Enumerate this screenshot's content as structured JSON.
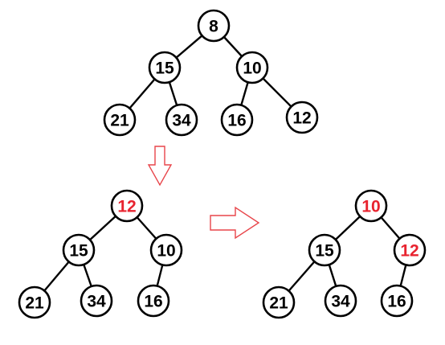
{
  "colors": {
    "normal_text": "#000000",
    "highlight_text": "#e8232f",
    "arrow": "#e8454a"
  },
  "trees": [
    {
      "nodes": [
        {
          "id": "n8",
          "label": "8",
          "highlight": false
        },
        {
          "id": "n15",
          "label": "15",
          "highlight": false
        },
        {
          "id": "n10",
          "label": "10",
          "highlight": false
        },
        {
          "id": "n21",
          "label": "21",
          "highlight": false
        },
        {
          "id": "n34",
          "label": "34",
          "highlight": false
        },
        {
          "id": "n16",
          "label": "16",
          "highlight": false
        },
        {
          "id": "n12",
          "label": "12",
          "highlight": false
        }
      ],
      "edges": [
        [
          "n8",
          "n15"
        ],
        [
          "n8",
          "n10"
        ],
        [
          "n15",
          "n21"
        ],
        [
          "n15",
          "n34"
        ],
        [
          "n10",
          "n16"
        ],
        [
          "n10",
          "n12"
        ]
      ]
    },
    {
      "nodes": [
        {
          "id": "n12",
          "label": "12",
          "highlight": true
        },
        {
          "id": "n15",
          "label": "15",
          "highlight": false
        },
        {
          "id": "n10",
          "label": "10",
          "highlight": false
        },
        {
          "id": "n21",
          "label": "21",
          "highlight": false
        },
        {
          "id": "n34",
          "label": "34",
          "highlight": false
        },
        {
          "id": "n16",
          "label": "16",
          "highlight": false
        }
      ],
      "edges": [
        [
          "n12",
          "n15"
        ],
        [
          "n12",
          "n10"
        ],
        [
          "n15",
          "n21"
        ],
        [
          "n15",
          "n34"
        ],
        [
          "n10",
          "n16"
        ]
      ]
    },
    {
      "nodes": [
        {
          "id": "n10",
          "label": "10",
          "highlight": true
        },
        {
          "id": "n15",
          "label": "15",
          "highlight": false
        },
        {
          "id": "n12",
          "label": "12",
          "highlight": true
        },
        {
          "id": "n21",
          "label": "21",
          "highlight": false
        },
        {
          "id": "n34",
          "label": "34",
          "highlight": false
        },
        {
          "id": "n16",
          "label": "16",
          "highlight": false
        }
      ],
      "edges": [
        [
          "n10",
          "n15"
        ],
        [
          "n10",
          "n12"
        ],
        [
          "n15",
          "n21"
        ],
        [
          "n15",
          "n34"
        ],
        [
          "n12",
          "n16"
        ]
      ]
    }
  ],
  "arrows": [
    {
      "direction": "down"
    },
    {
      "direction": "right"
    }
  ]
}
